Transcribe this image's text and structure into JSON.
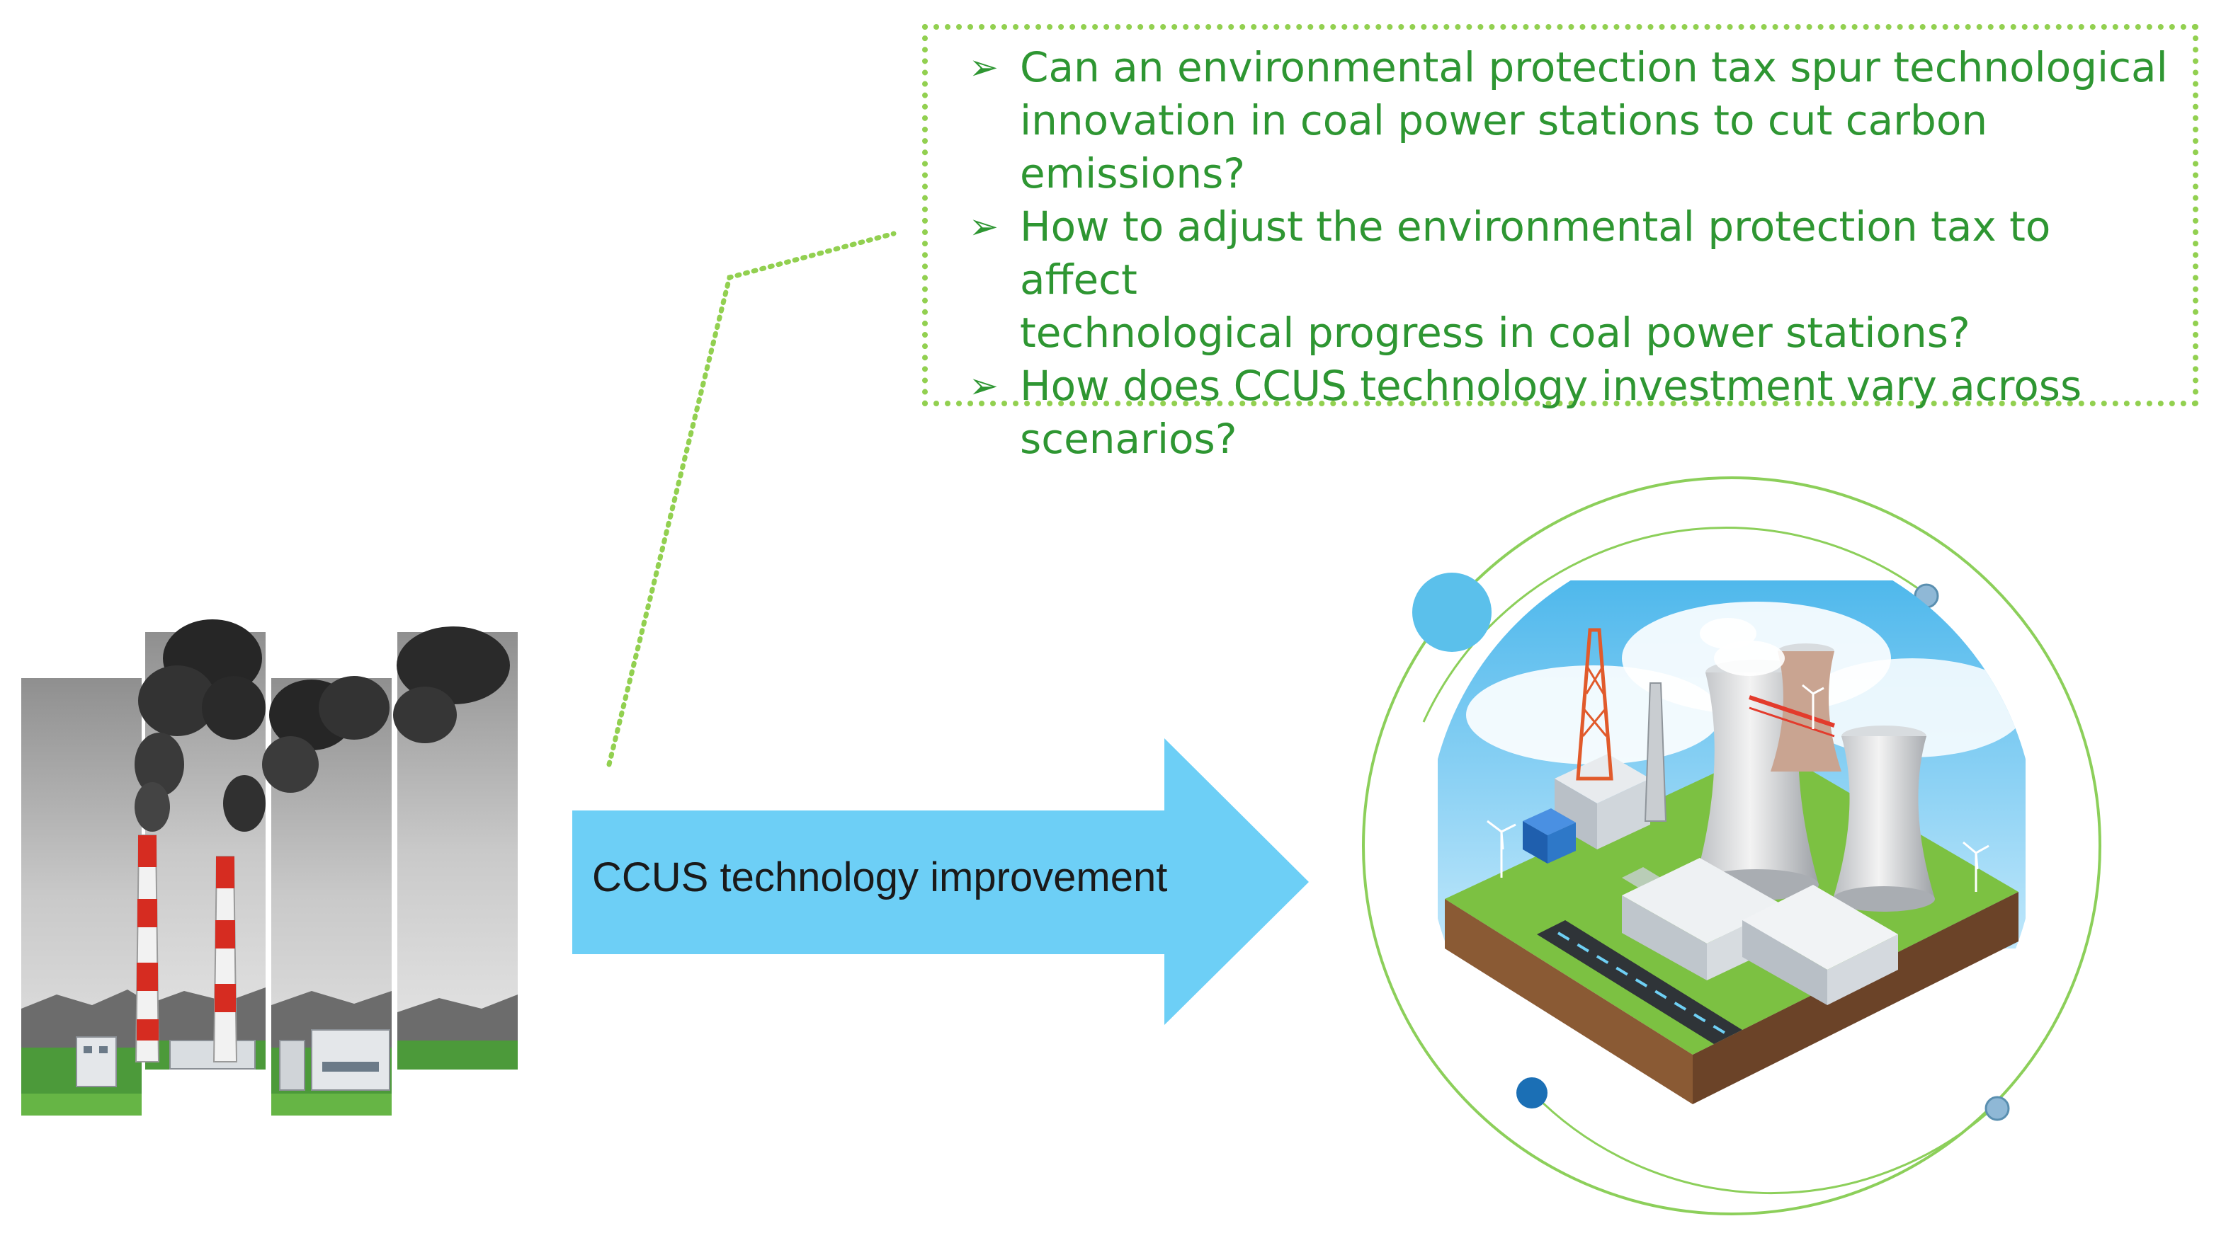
{
  "colors": {
    "question_text": "#2e9632",
    "dotted_border": "#92d050",
    "arrow_fill": "#6dcff6",
    "ring_stroke": "#8ccf5a",
    "smoke": "#2b2b2b",
    "chimney_red": "#d62c21",
    "sky_blue": "#4fc3f7",
    "grass": "#7cc142"
  },
  "questions": [
    {
      "line1": "Can an environmental protection tax spur technological",
      "line2": "innovation in coal power stations to cut carbon",
      "line3": "emissions?"
    },
    {
      "line1": "How to adjust the environmental protection tax to affect",
      "line2": "technological progress in coal power stations?"
    },
    {
      "line1": "How does CCUS technology investment vary across",
      "line2": "scenarios?"
    }
  ],
  "arrow": {
    "label": "CCUS technology improvement"
  },
  "icons": {
    "bullet": "➢"
  }
}
